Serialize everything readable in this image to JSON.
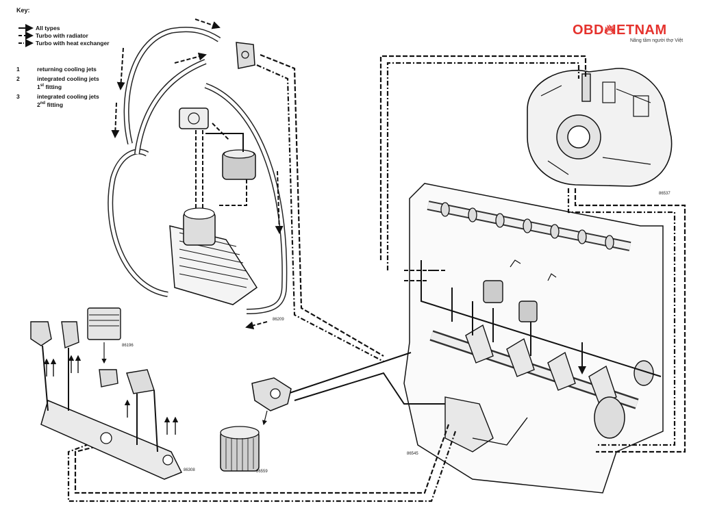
{
  "key": {
    "title": "Key:",
    "legend": [
      {
        "label": "All types",
        "style": "solid"
      },
      {
        "label": "Turbo with radiator",
        "style": "dashed"
      },
      {
        "label": "Turbo with heat exchanger",
        "style": "dashdot"
      }
    ],
    "notes": [
      {
        "num": "1",
        "text": "returning cooling jets"
      },
      {
        "num": "2",
        "text": "integrated cooling jets",
        "text2": "1",
        "sup": "st",
        "text3": " fitting"
      },
      {
        "num": "3",
        "text": "integrated cooling jets",
        "text2": "2",
        "sup": "nd",
        "text3": " fitting"
      }
    ]
  },
  "logo": {
    "brand_left": "OBD",
    "brand_right": "IETNAM",
    "tagline": "Nâng tầm người thợ Việt",
    "color": "#e5322d"
  },
  "references": {
    "cooler": "86209",
    "turbo": "86537",
    "piston": "86196",
    "jets": "86308",
    "engine": "86545",
    "filter": "86559"
  }
}
